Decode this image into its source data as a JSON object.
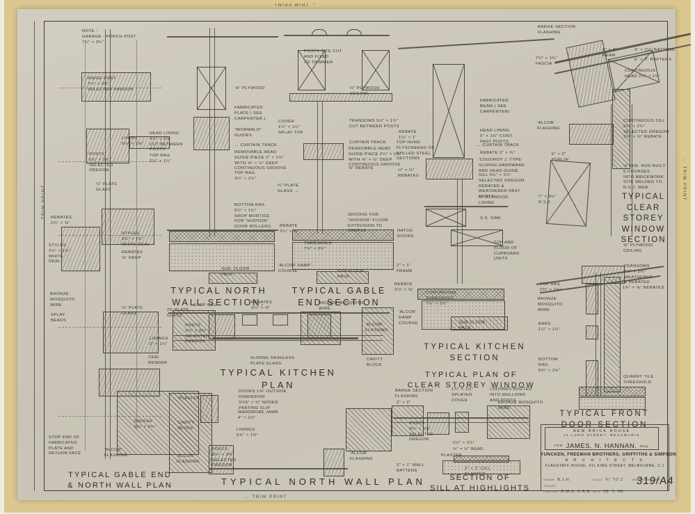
{
  "sheet": {
    "trim_print": "TRIM PRINT"
  },
  "icons": {
    "trim_arrow": "←",
    "left_arrow": "←",
    "right_arrow": "→"
  },
  "titles": {
    "north_wall_section": "TYPICAL NORTH\nWALL SECTION.",
    "gable_end_section": "TYPICAL GABLE\nEND SECTION",
    "kitchen_plan": "TYPICAL KITCHEN PLAN",
    "kitchen_section": "TYPICAL KITCHEN\nSECTION",
    "plan_clear_storey_window": "TYPICAL PLAN OF\nCLEAR STOREY WINDOW",
    "clear_storey_window_section": "TYPICAL\nCLEAR STOREY\nWINDOW\nSECTION",
    "front_door_section": "TYPICAL FRONT\nDOOR SECTION",
    "gable_end_north_wall_plan": "TYPICAL GABLE END\n& NORTH WALL PLAN",
    "north_wall_plan": "TYPICAL NORTH WALL PLAN",
    "section_sill_highlights": "SECTION OF\nSILL AT HIGHLIGHTS"
  },
  "title_block": {
    "project_line1": "NEW BRICK HOUSE",
    "project_line2": "11 LANG STREET, BEAUMARIS",
    "for_prefix": "FOR",
    "client": "JAMES. N. HANNAN.",
    "client_suffix": "ESQ.",
    "firm": "YUNCKEN, FREEMAN BROTHERS, GRIFFITHS & SIMPSON",
    "role": "A R C H I T E C T S",
    "address": "FLAGSTAFF HOUSE, 411 KING STREET, MELBOURNE, C.1",
    "drawn_label": "DRAWN",
    "drawn_value": "B.J.H.",
    "traced_label": "TRACED",
    "checked_label": "CHECKED",
    "checked_value": "R.M.S. C.A.B.",
    "scale_label": "SCALE",
    "scale_value": "¾\" TO 1'",
    "date_label": "DATE",
    "date_value": "18. 1. 56.",
    "number_label": "DRAWING NUMBER",
    "drawing_number": "319/A4"
  },
  "labels": [
    "NOTE :\nGARAGE - PORCH POST\n7¼\" × 3¾\"",
    "RIDGE  POST\n7¼\" × 3¾\"\nSELECTED OREGON",
    "LINING\n5¼\" × 1⅛\"",
    "POSTS\n5¼\" × 3¾\"\nSELECTED\nOREGON",
    "¼\" PLATE\nGLASS",
    "REBATES\n2¼\" × ⅝\"",
    "STYLES\n3¾\" × 1¾\"\nWHITE DEAL",
    "STYLES\n2¼\" × 1¾\"\nWHITE\nDEAL",
    "REBATES\n⅝\" DEEP",
    "BRONZE\nMOSQUITO\nWIRE",
    "SPLAY\nBEADS",
    "¼\" PLATE\nGLASS",
    "26' PLATE\nGLASS",
    "PACKER\n5¾\" × 2¾\"",
    "STOP END OF\nFABRICATED\nPLATE AND\nRETURN FACE",
    "'ALCOR'\nFLASHING",
    "⅝\" PLYWOOD",
    "FABRICATED\nPLATE ( SEE\nCARPENTER.)",
    "\"WORMALD\"\nGUIDES",
    "← CURTAIN TRACK",
    "REMOVABLE HEAD\nGUIDE PIECE 2\" × 1¼\"\nWITH ⅝\" × ½\" DEEP\nCONTINUOUS GROOVE",
    "TOP RAIL\n3¼\" × 1¾\"",
    "COVER\n1¼\" × 1¼\"\nSPLAY TOP",
    "BOTTOM RAIL\n5¾\" × 1¾\"\nSHOP MORTICE\nFOR \"HUDSON\"\nDOOR ROLLERS.",
    "¼\" PLATE\nGLASS →",
    "REBATE\n2¼\" × ⅝\"",
    "THRESHOLD\n7¼\" × 2¾\"",
    "'ALCOR' DAMP\nCOURSE",
    "SUB  FLOOR\nPACK.",
    "SUB- FLOOR\nPACK.",
    "POSTS SITE CUT\nAND FIXED\nTO TRIMMER",
    "½\" PLYWOOD\nCEILING",
    "TRANSOMS 5½\" × 1¾\"\nCUT BETWEEN POSTS",
    "CURTAIN TRACK",
    "REMOVABLE HEAD\nGUIDE PIECE 2¼\" × 1⅝\"\nWITH ⅝\" × ½\" DEEP\nCONTINUOUS GROOVE",
    "⅝\" REBATE",
    "GROOVE FOR\n\"HUDSON\" FLOOR\nEXTRUSION TO\nSAMPLE",
    "FABRICATED\nBEAM ( SEE\nCARPENTER)",
    "REBATE\n1¼\" × 1\"",
    "TOP HUNG\nFLYSCREENS OF\nROLLED STEEL\nSECTIONS",
    "HEAD LINING\n5\" × 1¾\" CONT.\nPAST POSTS.",
    "← CURTAIN TRACK",
    "REBATE  2\" × ¾\"",
    "'COUDROY J. TYPE'\nSLIDING HARDWARE\nAND HEAD GUIDE.",
    "½\" × ½\"\nREBATES",
    "SILL  5½\" × 2¾\"\nSELECTED OREGON\nREBATED &\nWEATHERED PAST\nPOSTS.",
    "⅜\" PLYWOOD\nLINING",
    "HATCH\nDOORS",
    "S.S. SINK",
    "TOP AND\nFLOOR OF\nCUPBOARD\nUNITS",
    "2\" × 1\"\nFRAME",
    "REBATE\n2¼\" × ⅝\"",
    "CONTINUOUS\nTHRESHOLD\n7¼\" × 2¾\"",
    "'ALCOR'\nDAMP\nCOURSE",
    "SUB  FLOOR\nPACK",
    "HEAD LINING\n4¼\" × 1¼\"\nCUT BETWEEN\nPOSTS",
    "TOP RAIL\n2¼\" × 1¼\"",
    "STOP CILL",
    "REBATES\n2¼\" × ⅝\"",
    "BRONZE MOSQUITO\nWIRE.",
    "POSTS\n3¼\" × 3¼\"\nSELECTED\nOREGON",
    "LININGS\n2\" × 1¼\"",
    "CEM.\nRENDER",
    "SLIDING SASHLESS\nPLATE GLASS.",
    "'ALCOR'\nFLASHING",
    "CAVITY\nBLOCK",
    "BARGE SECTION\nFLASHING",
    "6\" × 4\"\nBEAM",
    "3\" × 1½\"  BATTENS",
    "6\" × 2\"  RAFTERS",
    "7¼\" × 1¼\"\nFASCIA",
    "CONTINUOUS\nHEAD  2¼\" × 1½\"",
    "'ALCOR'\nFLASHING",
    "CONTINUOUS SILL\n2¼\" × 2¼\"\nSELECTED OREGON\n2¼\" × ¾\" REBATE",
    "6\" × 2\"\nPURLIN",
    "½\" DIA. ROD BUILT\n6 COURSES\nINTO BRICKWORK\nSITE WELDED TO\nR.S.J.  WEB.",
    "7\" × 3½\"\nR.S.J.",
    "⅜\" PLYWOOD\nCEILING",
    "TRANSOMS\n5¼\" × 2¼\"\nWEATHERED\n& REBATED",
    "1¾\" × ⅝\"  REBATES",
    "TOP RAIL\n2¾\" × 1¼\"",
    "BRONZE\nMOSQUITO\nWIRE",
    "BARS\n1¼\" × 1¼\"",
    "BOTTOM\nRAIL\n5¾\" × 1¾\"",
    "QUARRY  TILE\nTHRESHOLD",
    "BARGE SECTION\nFLASHING",
    "2\" × 2\"",
    "1¾\" × 1¼\"\nSPLAYED\nCOVER",
    "LOUVRES ROUTED\nINTO MULLIONS\nAND POSTS",
    "BRONZE  MOSQUITO\nWIRE",
    "POSTS\n3¼\" × 3¼\"\nSELECTED\nOREGON",
    "2½\" × 1¼\"",
    "¾\" × ½\"  BEAD",
    "PLASTER.",
    "3\" × 1\" WALL\nBATTENS",
    "2\" × 1\"  CILL\nPLASTER",
    "DOORS 1⅜\" OUTSIDE\nDIMENSION",
    "3/16\" × ¾\" NOSED\nPARTING SLIP",
    "WARDROBE JAMB\n4\" × 1¼\"",
    "LININGS\n5¾\" × 1¼\"",
    "PLASTER.",
    "CAVITY\nBLOCK",
    "'ALCOR'\nFLASHING",
    "POSTS\n3¼\" × 3¾\"\nSELECTED\nOREGON",
    "'ALCOR'\nFLASHING"
  ]
}
